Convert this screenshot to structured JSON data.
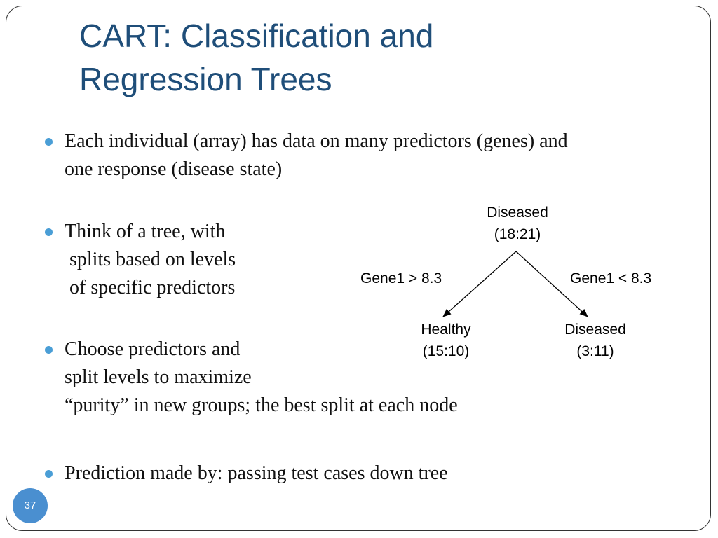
{
  "slide": {
    "title_lines": [
      "CART: Classification and",
      "Regression Trees"
    ],
    "bullets": [
      {
        "lines": [
          "Each individual (array) has data on many predictors  (genes) and",
          "one response (disease state)"
        ]
      },
      {
        "lines": [
          "Think of a tree, with",
          " splits based on levels",
          " of specific predictors"
        ]
      },
      {
        "lines": [
          "Choose predictors and",
          "split levels to maximize",
          "“purity” in new groups; the best split at each node"
        ]
      },
      {
        "lines": [
          "Prediction made by: passing test cases down tree"
        ]
      }
    ],
    "page_number": "37"
  },
  "tree": {
    "root": {
      "label": "Diseased",
      "counts": "(18:21)"
    },
    "left_edge_label": "Gene1 > 8.3",
    "right_edge_label": "Gene1 < 8.3",
    "left_leaf": {
      "label": "Healthy",
      "counts": "(15:10)"
    },
    "right_leaf": {
      "label": "Diseased",
      "counts": "(3:11)"
    }
  },
  "colors": {
    "title": "#1f4e79",
    "bullet_dot": "#4a9ed6",
    "page_badge": "#4a8fd0"
  }
}
